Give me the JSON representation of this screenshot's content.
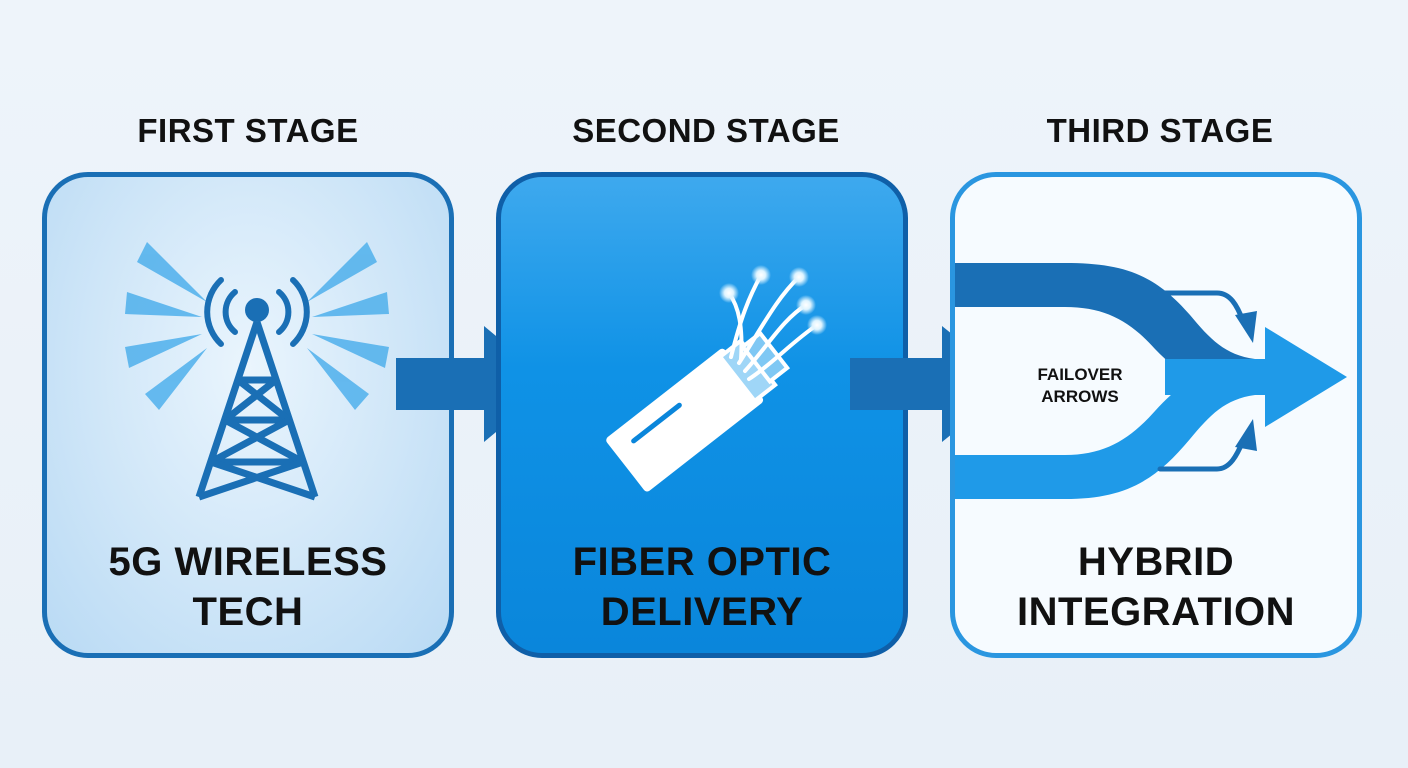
{
  "stages": [
    {
      "title": "FIRST STAGE",
      "label_lines": [
        "5G WIRELESS",
        "TECH"
      ],
      "icon": "cell-tower-icon"
    },
    {
      "title": "SECOND STAGE",
      "label_lines": [
        "FIBER OPTIC",
        "DELIVERY"
      ],
      "icon": "fiber-optic-cable-icon"
    },
    {
      "title": "THIRD STAGE",
      "label_lines": [
        "HYBRID",
        "INTEGRATION"
      ],
      "icon": "merging-arrows-icon"
    }
  ],
  "failover_label_lines": [
    "FAILOVER",
    "ARROWS"
  ],
  "colors": {
    "dark_blue": "#1a6fb5",
    "bright_blue": "#0f92e6",
    "light_blue": "#cfe6f8",
    "text": "#111111"
  }
}
